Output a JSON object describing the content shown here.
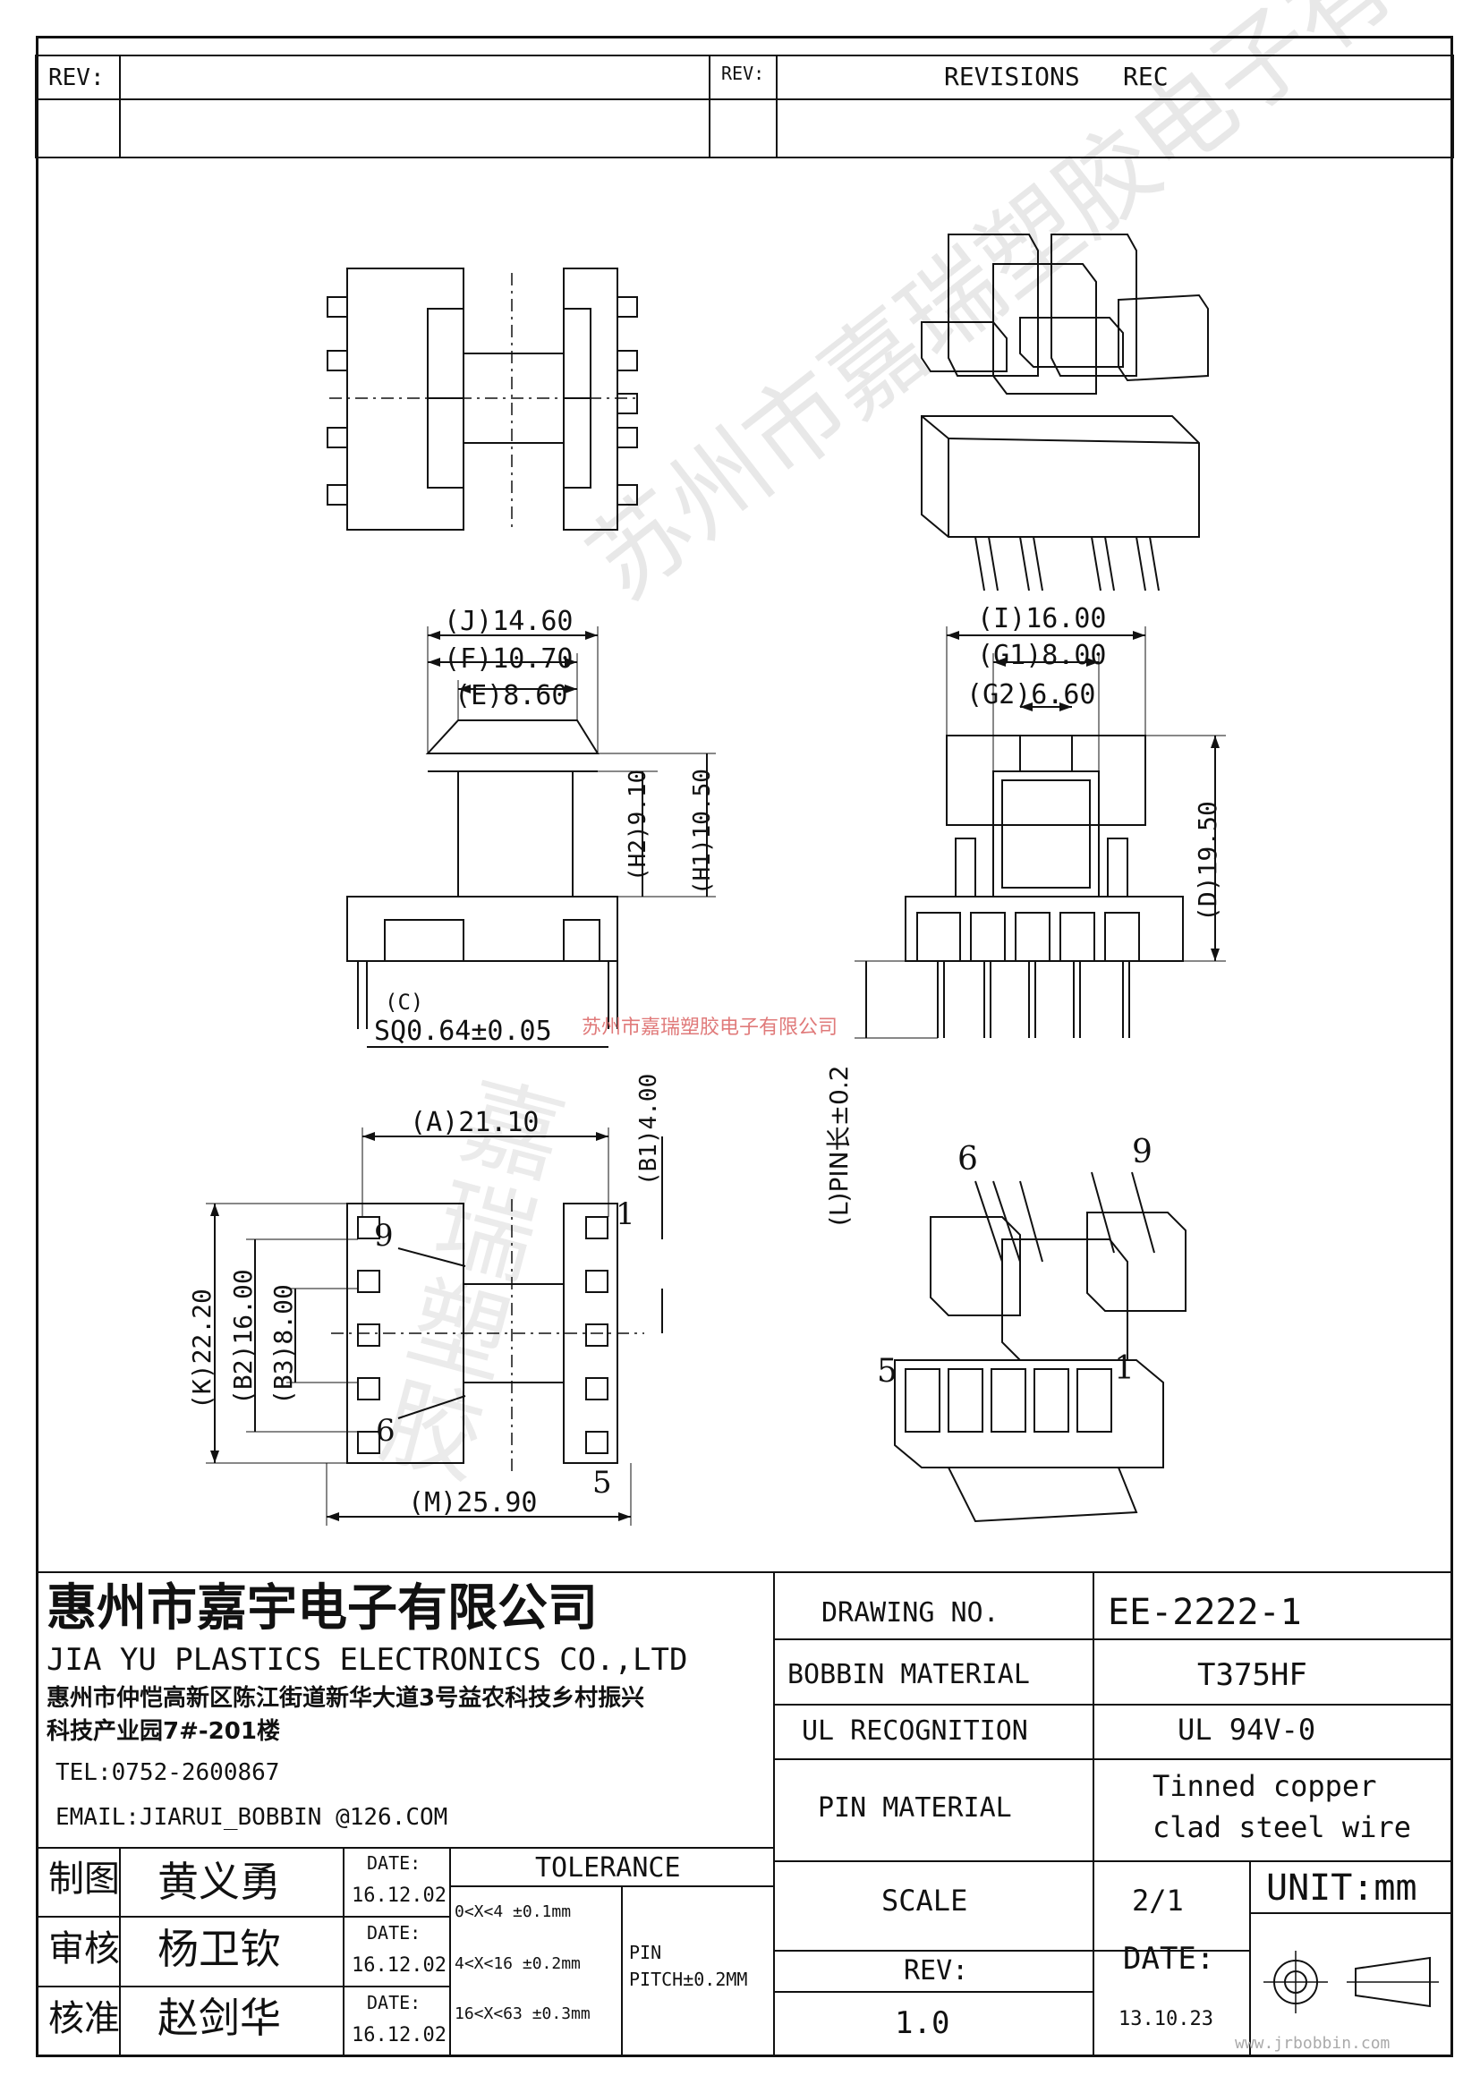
{
  "revision_block": {
    "rev_label_left": "REV:",
    "rev_label_right": "REV:",
    "revisions_label": "REVISIONS",
    "rec_label": "REC"
  },
  "watermarks": {
    "company_cn": "苏州市嘉瑞塑胶电子有限公司",
    "diagonal": "苏州市嘉瑞塑胶电子有限公司",
    "vertical": "嘉瑞塑胶",
    "url": "www.jrbobbin.com"
  },
  "top_view": {
    "dims": {
      "J": "14.60",
      "F": "10.70",
      "E": "8.60",
      "H2": "9.10",
      "H1": "10.50",
      "C": "SQ0.64±0.05"
    },
    "markers": {
      "J": "J",
      "F": "F",
      "E": "E",
      "H2": "H2",
      "H1": "H1",
      "C": "C"
    }
  },
  "side_view": {
    "dims": {
      "I": "16.00",
      "G1": "8.00",
      "G2": "6.60",
      "D": "19.50",
      "L": "PIN长±0.2"
    },
    "markers": {
      "I": "I",
      "G1": "G1",
      "G2": "G2",
      "D": "D",
      "L": "L"
    }
  },
  "bottom_view": {
    "dims": {
      "A": "21.10",
      "B1": "4.00",
      "K": "22.20",
      "B2": "16.00",
      "B3": "8.00",
      "M": "25.90"
    },
    "markers": {
      "A": "A",
      "B1": "B1",
      "K": "K",
      "B2": "B2",
      "B3": "B3",
      "M": "M"
    },
    "pin_labels": {
      "p1": "1",
      "p5": "5",
      "p6": "6",
      "p9": "9"
    }
  },
  "iso_view": {
    "pin_labels": {
      "p1": "1",
      "p5": "5",
      "p6": "6",
      "p9": "9"
    }
  },
  "title_block": {
    "company_cn": "惠州市嘉宇电子有限公司",
    "company_en": "JIA YU PLASTICS ELECTRONICS CO.,LTD",
    "address_line1": "惠州市仲恺高新区陈江街道新华大道3号益农科技乡村振兴",
    "address_line2": "科技产业园7#-201楼",
    "tel": "TEL:0752-2600867",
    "email": "EMAIL:JIARUI_BOBBIN @126.COM",
    "signoff": [
      {
        "role": "制图",
        "name": "黄义勇",
        "date_label": "DATE:",
        "date": "16.12.02"
      },
      {
        "role": "审核",
        "name": "杨卫钦",
        "date_label": "DATE:",
        "date": "16.12.02"
      },
      {
        "role": "核准",
        "name": "赵剑华",
        "date_label": "DATE:",
        "date": "16.12.02"
      }
    ],
    "tolerance_label": "TOLERANCE",
    "tolerance_rows": [
      "0<X<4  ±0.1mm",
      "4<X<16 ±0.2mm",
      "16<X<63 ±0.3mm"
    ],
    "pin_label": "PIN",
    "pitch": "PITCH±0.2MM",
    "drawing_no_label": "DRAWING  NO.",
    "drawing_no": "EE-2222-1",
    "bobbin_material_label": "BOBBIN  MATERIAL",
    "bobbin_material": "T375HF",
    "ul_label": "UL RECOGNITION",
    "ul_value": "UL 94V-0",
    "pin_material_label": "PIN MATERIAL",
    "pin_material_line1": "Tinned copper",
    "pin_material_line2": "clad steel wire",
    "scale_label": "SCALE",
    "scale_value": "2/1",
    "unit": "UNIT:mm",
    "rev_label": "REV:",
    "rev_value": "1.0",
    "date_label": "DATE:",
    "date_value": "13.10.23"
  }
}
